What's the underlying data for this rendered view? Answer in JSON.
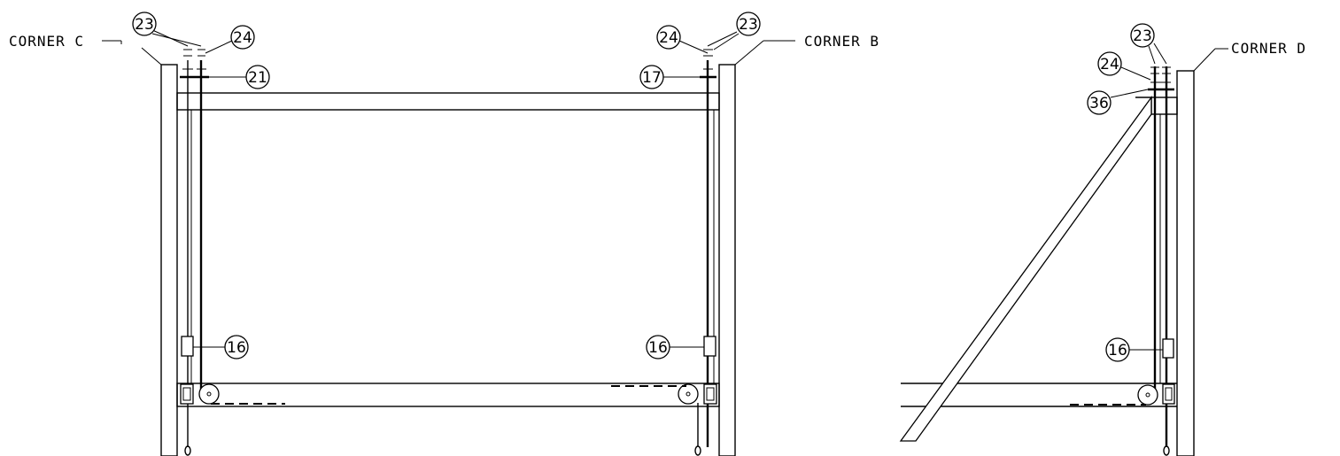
{
  "corners": {
    "c": "CORNER C",
    "b": "CORNER B",
    "d": "CORNER D"
  },
  "callouts": {
    "left_23": "23",
    "left_24": "24",
    "left_21": "21",
    "left_16": "16",
    "mid_24": "24",
    "mid_23": "23",
    "mid_17": "17",
    "mid_16": "16",
    "right_23": "23",
    "right_24": "24",
    "right_36": "36",
    "right_16": "16"
  }
}
